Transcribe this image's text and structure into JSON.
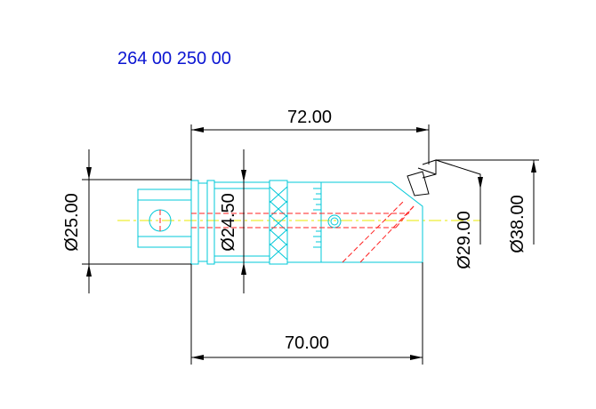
{
  "part_number": "264 00 250 00",
  "dimensions": {
    "top_length": "72.00",
    "bottom_length": "70.00",
    "left_diameter": "Ø25.00",
    "inner_diameter": "Ø24.50",
    "right_diameter_1": "Ø29.00",
    "right_diameter_2": "Ø38.00"
  },
  "colors": {
    "part_number": "#0a14d2",
    "outline": "#00c8d8",
    "hidden_lines": "#ff2020",
    "center_line": "#e8e800",
    "dimension": "#000000"
  }
}
